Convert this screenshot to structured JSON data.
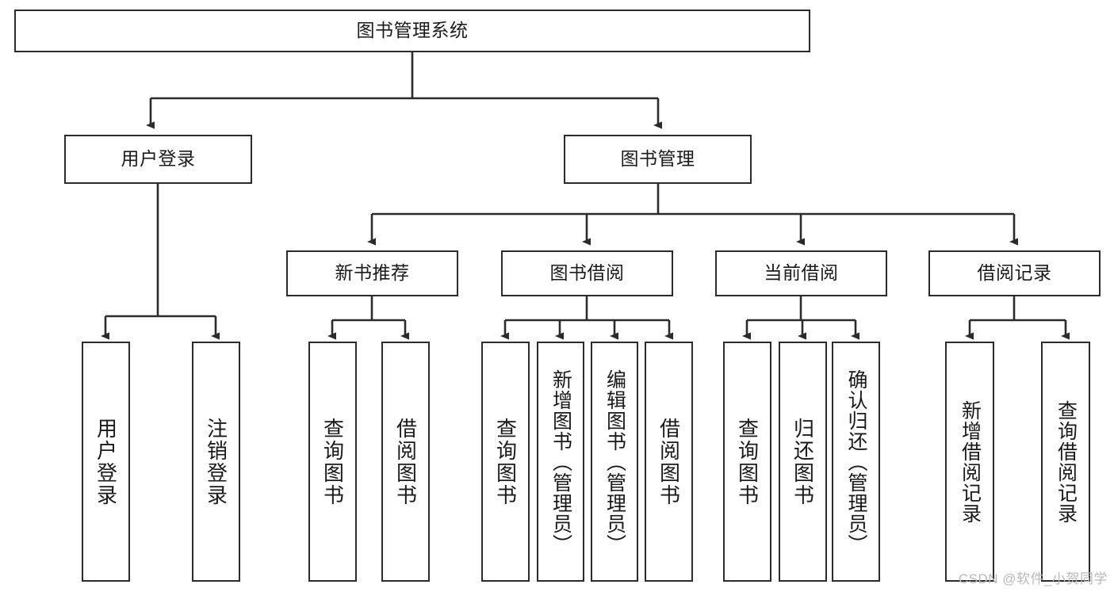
{
  "diagram": {
    "title": "图书管理系统",
    "type": "hierarchy-tree",
    "watermark": "CSDN @软件_小贺同学",
    "colors": {
      "stroke": "#2b2b2b",
      "fill": "#ffffff",
      "text": "#1a1a1a",
      "watermark": "#b9b9b9"
    },
    "levels": {
      "level0": [
        {
          "id": "root",
          "label": "图书管理系统"
        }
      ],
      "level1": [
        {
          "id": "user-login",
          "label": "用户登录"
        },
        {
          "id": "book-manage",
          "label": "图书管理"
        }
      ],
      "level2": [
        {
          "id": "new-book-recommend",
          "label": "新书推荐"
        },
        {
          "id": "book-borrow",
          "label": "图书借阅"
        },
        {
          "id": "current-borrow",
          "label": "当前借阅"
        },
        {
          "id": "borrow-record",
          "label": "借阅记录"
        }
      ],
      "level3": [
        {
          "id": "leaf-user-login",
          "label": "用户登录",
          "parent": "user-login"
        },
        {
          "id": "leaf-logout",
          "label": "注销登录",
          "parent": "user-login"
        },
        {
          "id": "leaf-query-book-1",
          "label": "查询图书",
          "parent": "new-book-recommend"
        },
        {
          "id": "leaf-borrow-book-1",
          "label": "借阅图书",
          "parent": "new-book-recommend"
        },
        {
          "id": "leaf-query-book-2",
          "label": "查询图书",
          "parent": "book-borrow"
        },
        {
          "id": "leaf-add-book",
          "label": "新增图书（管理员）",
          "parent": "book-borrow"
        },
        {
          "id": "leaf-edit-book",
          "label": "编辑图书（管理员）",
          "parent": "book-borrow"
        },
        {
          "id": "leaf-borrow-book-2",
          "label": "借阅图书",
          "parent": "book-borrow"
        },
        {
          "id": "leaf-query-book-3",
          "label": "查询图书",
          "parent": "current-borrow"
        },
        {
          "id": "leaf-return-book",
          "label": "归还图书",
          "parent": "current-borrow"
        },
        {
          "id": "leaf-confirm-return",
          "label": "确认归还（管理员）",
          "parent": "current-borrow"
        },
        {
          "id": "leaf-add-record",
          "label": "新增借阅记录",
          "parent": "borrow-record"
        },
        {
          "id": "leaf-query-record",
          "label": "查询借阅记录",
          "parent": "borrow-record"
        }
      ]
    }
  }
}
